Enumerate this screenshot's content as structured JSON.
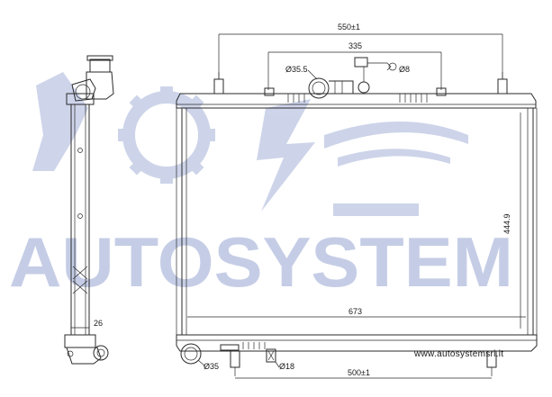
{
  "watermark": {
    "brand": "AUTOSYSTEM",
    "website": "www.autosystemsrl.it"
  },
  "dimensions": {
    "overall_width": "550±1",
    "tank_span": "335",
    "upper_pipe_diameter": "Ø35.5",
    "bleed_diameter": "Ø8",
    "core_height": "444.9",
    "core_width": "673",
    "lower_pipe_diameter": "Ø35",
    "drain_diameter": "Ø18",
    "bottom_mount_span": "500±1",
    "core_thickness": "26"
  },
  "colors": {
    "line": "#2a2a2a",
    "watermark": "#c5cde6"
  }
}
